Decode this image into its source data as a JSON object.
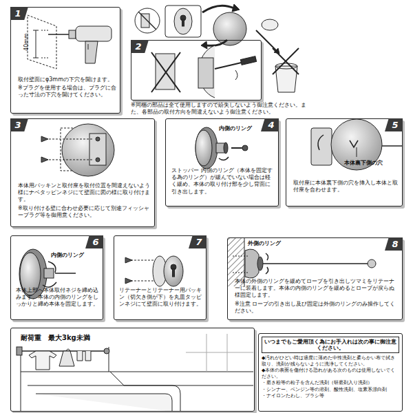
{
  "diagram": {
    "nodes": [
      {
        "text": [
          "1",
          "取付壁面にφ3mmの下穴を開けます。",
          "※プラグを使用する場合は、プラグに合った寸法の下穴を開けてください。"
        ]
      },
      {
        "text": [
          "2"
        ]
      },
      {
        "text": [
          "3",
          "本体用パッキンと取付座を取付位置を間違えないよう様にナベタッピンネジにて壁面に図の様に取り付けます。",
          "※取り付ける壁に合わせ必要に応じて別途フィッシャープラグ等を御用意ください。"
        ]
      },
      {
        "text": [
          "4",
          "ストッパー 内側のリング（本体を固定する為のリング）が緩んでいない場合は軽く緩め、本体の取り付け部を少し背面に引き出します。"
        ]
      },
      {
        "text": [
          "5",
          "取付座に本体裏下側の穴を挿入し本体と取付座を合わせます。"
        ]
      },
      {
        "text": [
          "6",
          "本体上部へ本体取付ネジを締め込みます。本体の内側のリングをしっかりと締め本体を固定します。"
        ]
      },
      {
        "text": [
          "7",
          "リテーナーとリテーナー用パッキン（切欠き側が下）を丸皿タッピンネジにて壁面に取り付けます。"
        ]
      },
      {
        "text": [
          "8",
          "本体の外側のリングを緩めてロープを引き出しツマミをリテーナーに装着します。本体の内側のリングを緩めるとロープが戻らぬ様固定します。",
          "※注意 ロープの引き出し及び固定は外側のリングのみ操作してください。"
        ]
      },
      {
        "text": [
          "耐荷重　最大3kg未満"
        ]
      },
      {
        "text": [
          "いつまでもご愛用頂く為にお手入れは次の事に御注意ください。",
          "◆汚れがひどい時は適度に薄めた中性洗剤と柔らかい布で拭き取り、洗剤が残らないように洗浄してください。",
          "◆本体の表面を傷付ける恐れがある次のものは使用しないでください。",
          "・磨き粉等の粒子を含んだ洗剤（研磨剤入り洗剤）",
          "・シンナー、ベンジン等の溶剤、酸性洗剤、塩素系漂白剤",
          "・ナイロンたわし、ブラシ等"
        ]
      }
    ],
    "labels": [
      "40mm",
      "※同梱の部品は全て使用しますので紛失しないよう御注意ください。また、各部品の取付方向を間違えないよう御注意ください。",
      "内側のリング",
      "本体裏下側の穴",
      "内側のリング",
      "外側のリング"
    ]
  }
}
